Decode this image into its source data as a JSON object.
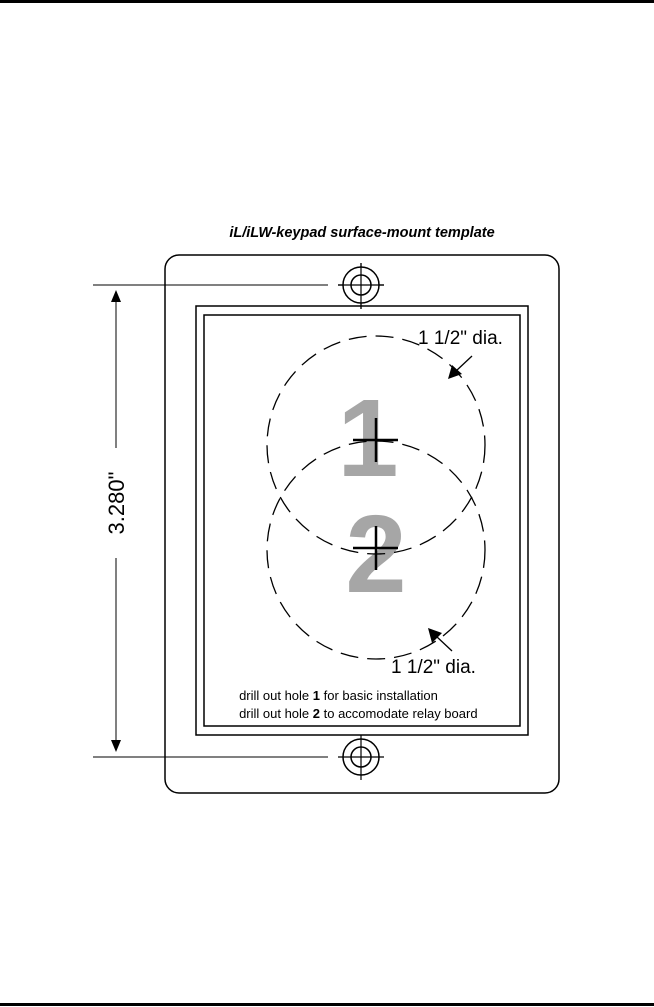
{
  "document": {
    "title": "iL/iLW-keypad surface-mount template",
    "dimension_label": "3.280\"",
    "hole_1": {
      "number": "1",
      "diameter_label": "1 1/2\" dia."
    },
    "hole_2": {
      "number": "2",
      "diameter_label": "1 1/2\" dia."
    },
    "notes": [
      {
        "prefix": "drill out hole ",
        "number": "1",
        "suffix": " for basic installation"
      },
      {
        "prefix": "drill out hole ",
        "number": "2",
        "suffix": " to accomodate relay board"
      }
    ]
  },
  "colors": {
    "line": "#000000",
    "number_fill": "#a6a6a6",
    "background": "#ffffff"
  }
}
